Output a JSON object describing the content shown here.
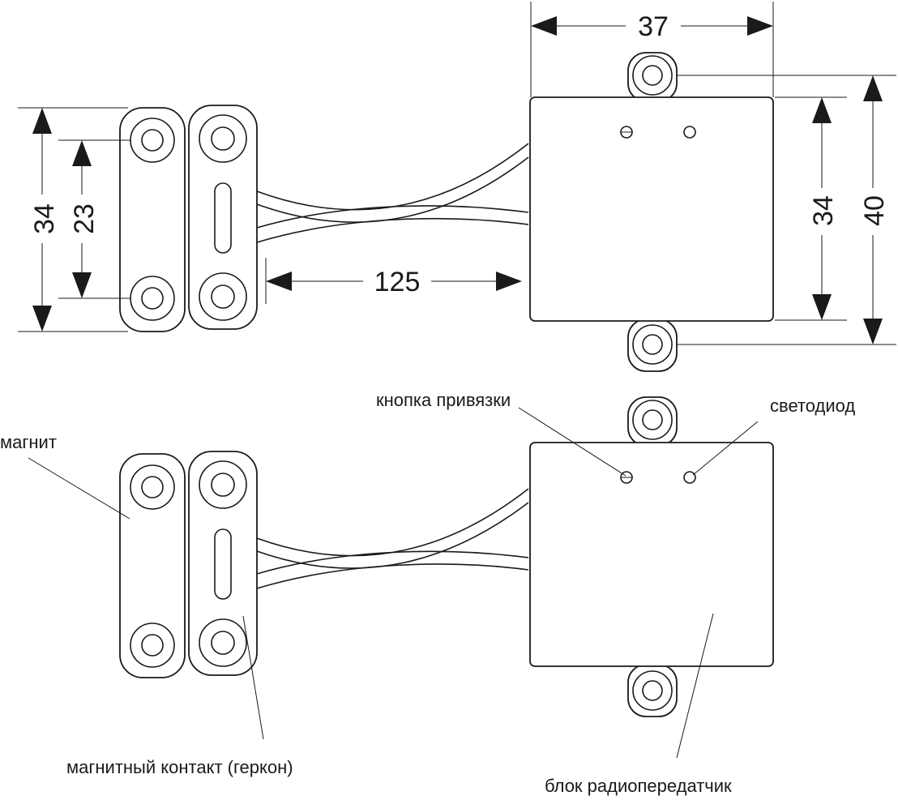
{
  "dimensions": {
    "unit_width": "37",
    "unit_height_outer": "40",
    "unit_height_inner": "34",
    "sensor_height": "34",
    "hole_spacing": "23",
    "cable_length": "125"
  },
  "labels": {
    "magnet": "магнит",
    "reed_contact": "магнитный контакт (геркон)",
    "pairing_button": "кнопка привязки",
    "led": "светодиод",
    "transmitter_block": "блок радиопередатчик"
  }
}
